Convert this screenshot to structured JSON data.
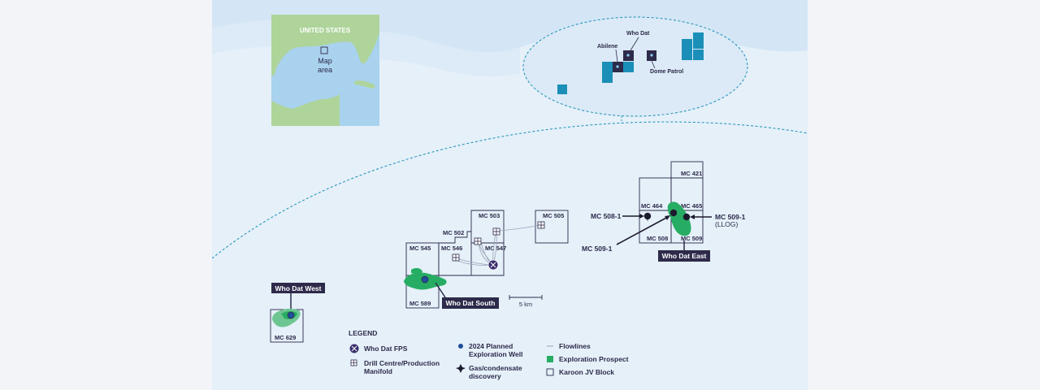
{
  "inset": {
    "country_label": "UNITED STATES",
    "map_area_label_line1": "Map",
    "map_area_label_line2": "area"
  },
  "overview": {
    "labels": {
      "abilene": "Abilene",
      "who_dat": "Who Dat",
      "dome_patrol": "Dome Patrol"
    }
  },
  "blocks": {
    "mc421": "MC 421",
    "mc464": "MC 464",
    "mc465": "MC 465",
    "mc508": "MC 508",
    "mc509": "MC 509",
    "mc503": "MC 503",
    "mc505": "MC 505",
    "mc502": "MC 502",
    "mc545": "MC 545",
    "mc546": "MC 546",
    "mc547": "MC 547",
    "mc589": "MC 589",
    "mc629": "MC 629"
  },
  "wells": {
    "mc508_1": "MC 508-1",
    "mc509_1_llog": "MC 509-1",
    "llog": "(LLOG)",
    "mc509_1": "MC 509-1"
  },
  "fields": {
    "who_dat_east": "Who Dat East",
    "who_dat_south": "Who Dat South",
    "who_dat_west": "Who Dat West"
  },
  "scale_bar": "5 km",
  "legend": {
    "title": "LEGEND",
    "who_dat_fps": "Who Dat FPS",
    "drill_centre_1": "Drill Centre/Production",
    "drill_centre_2": "Manifold",
    "planned_well_1": "2024 Planned",
    "planned_well_2": "Exploration Well",
    "discovery_1": "Gas/condensate",
    "discovery_2": "discovery",
    "flowlines": "Flowlines",
    "exploration_prospect": "Exploration Prospect",
    "karoon_jv_block": "Karoon JV Block"
  },
  "colors": {
    "sea": "#e3eff9",
    "sea_dark": "#cfe3f3",
    "land": "#aed49a",
    "inset_sea": "#a9d2ee",
    "prospect_green": "#27ad63",
    "prospect_light": "#6dc691",
    "navy": "#2d2a4a",
    "block_teal": "#1b8fb8",
    "well_blue": "#1f4e9c"
  }
}
